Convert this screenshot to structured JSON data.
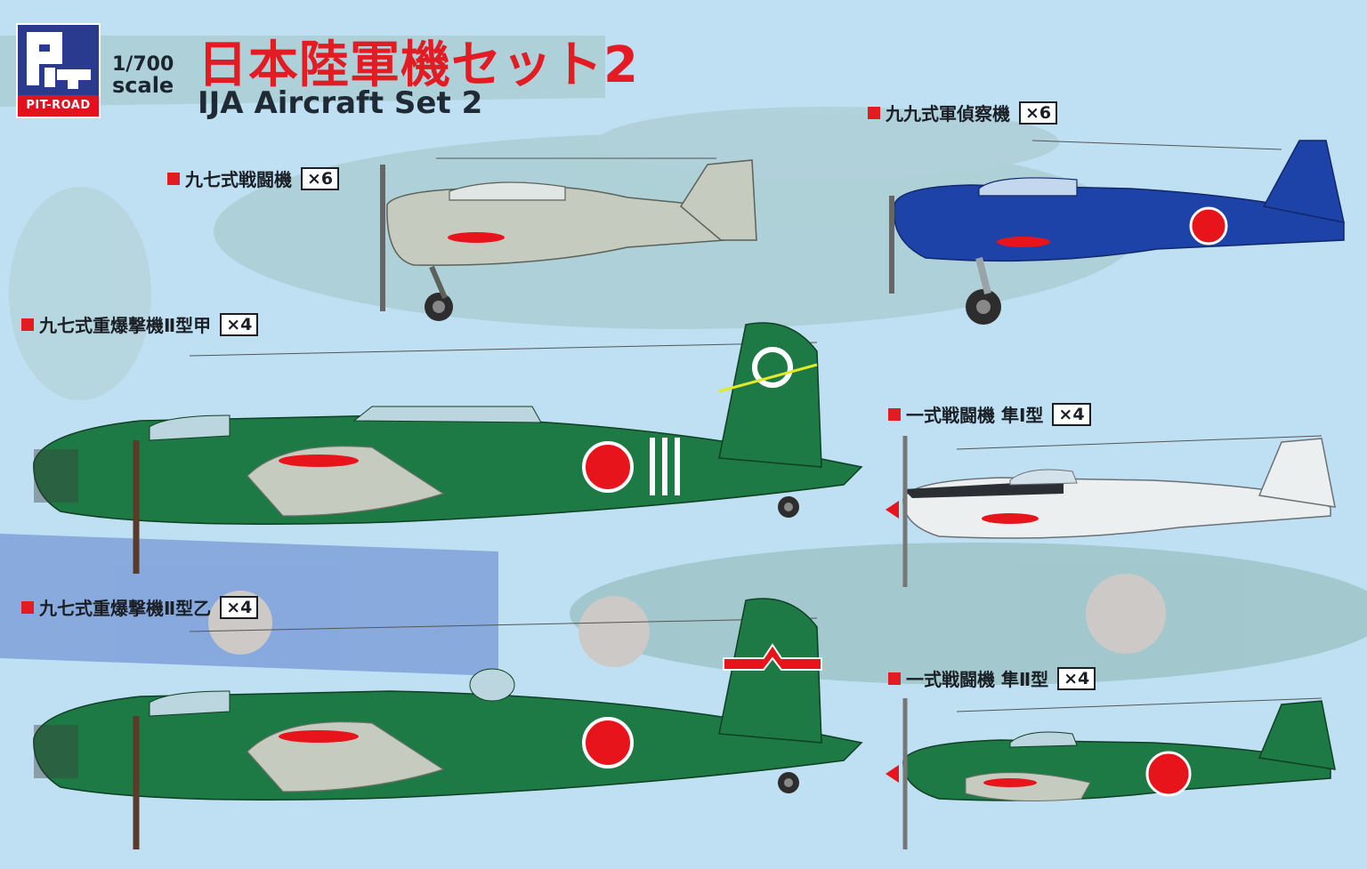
{
  "brand": {
    "logo_text": "PIT-ROAD",
    "scale_number": "1/700",
    "scale_word": "scale"
  },
  "title": {
    "japanese": "日本陸軍機セット2",
    "english": "IJA Aircraft Set 2"
  },
  "aircraft": [
    {
      "name": "九七式戦闘機",
      "quantity": "×6"
    },
    {
      "name": "九九式軍偵察機",
      "quantity": "×6"
    },
    {
      "name": "九七式重爆撃機Ⅱ型甲",
      "quantity": "×4"
    },
    {
      "name": "一式戦闘機 隼Ⅰ型",
      "quantity": "×4"
    },
    {
      "name": "九七式重爆撃機Ⅱ型乙",
      "quantity": "×4"
    },
    {
      "name": "一式戦闘機 隼Ⅱ型",
      "quantity": "×4"
    }
  ],
  "colors": {
    "background": "#bfe0f2",
    "accent_red": "#e31b23",
    "hinomaru": "#e8141b",
    "army_green": "#1e7a45",
    "light_grey_green": "#c6cbc0",
    "navy_blue": "#1d42a8",
    "silver_white": "#eceff0",
    "logo_blue": "#2a3b8f"
  }
}
